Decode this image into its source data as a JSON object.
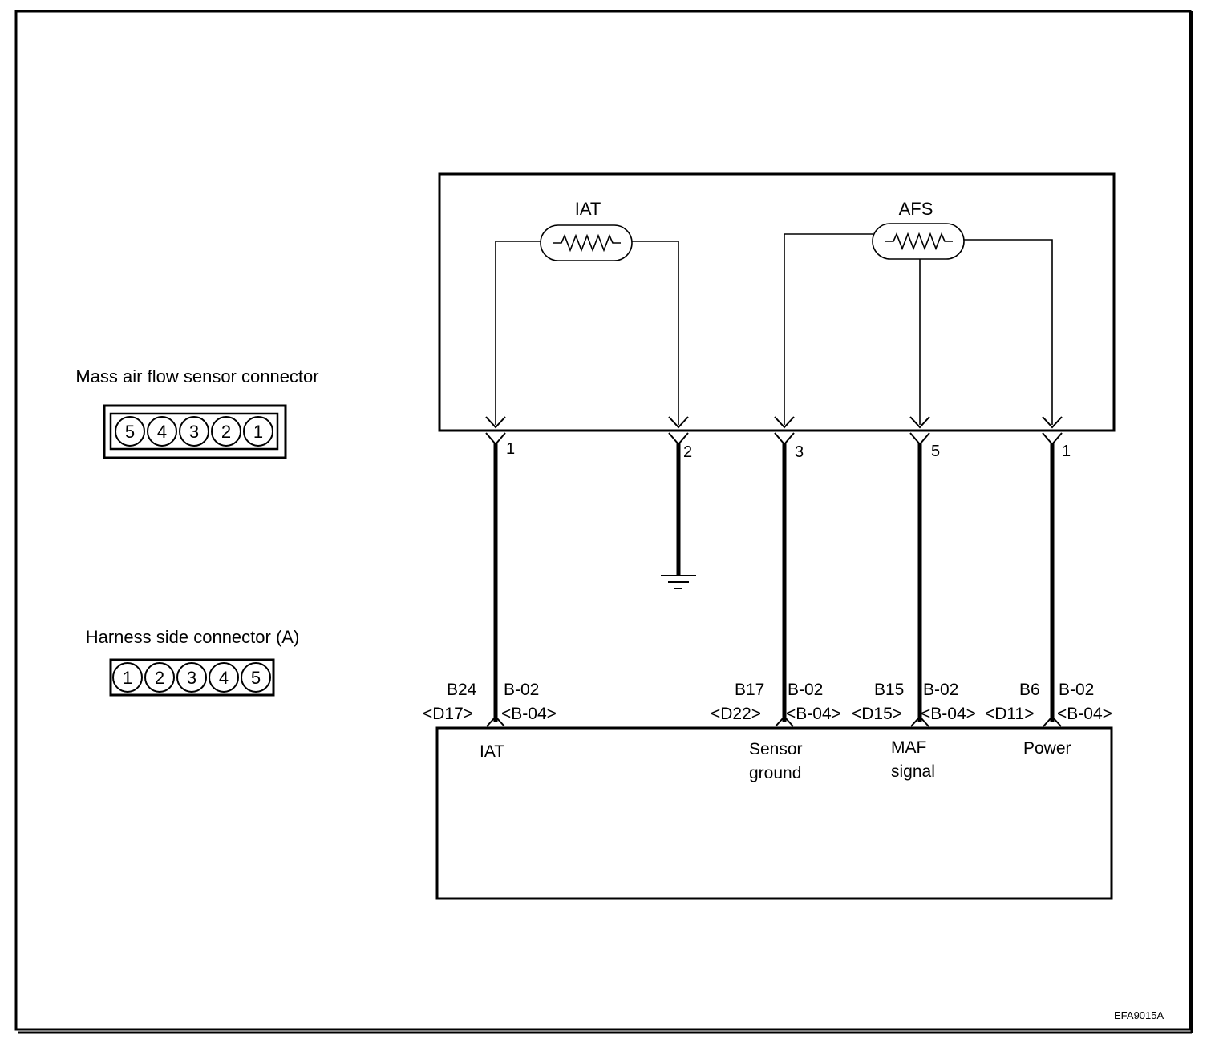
{
  "figure_code": "EFA9015A",
  "mass_air_flow_sensor_connector": {
    "title": "Mass air flow sensor connector",
    "pins": [
      "5",
      "4",
      "3",
      "2",
      "1"
    ]
  },
  "harness_side_connector": {
    "title": "Harness side connector (A)",
    "pins": [
      "1",
      "2",
      "3",
      "4",
      "5"
    ]
  },
  "sensor": {
    "iat_label": "IAT",
    "afs_label": "AFS",
    "pins": {
      "iat_a": "1",
      "iat_b": "2",
      "afs_ground": "3",
      "afs_signal": "5",
      "afs_power": "1"
    }
  },
  "harness": [
    {
      "terminal": "B24",
      "terminal_alt": "<D17>",
      "connector": "B-02",
      "connector_alt": "<B-04>",
      "function": [
        "IAT"
      ]
    },
    {
      "terminal": "B17",
      "terminal_alt": "<D22>",
      "connector": "B-02",
      "connector_alt": "<B-04>",
      "function": [
        "Sensor",
        "ground"
      ]
    },
    {
      "terminal": "B15",
      "terminal_alt": "<D15>",
      "connector": "B-02",
      "connector_alt": "<B-04>",
      "function": [
        "MAF",
        "signal"
      ]
    },
    {
      "terminal": "B6",
      "terminal_alt": "<D11>",
      "connector": "B-02",
      "connector_alt": "<B-04>",
      "function": [
        "Power"
      ]
    }
  ]
}
